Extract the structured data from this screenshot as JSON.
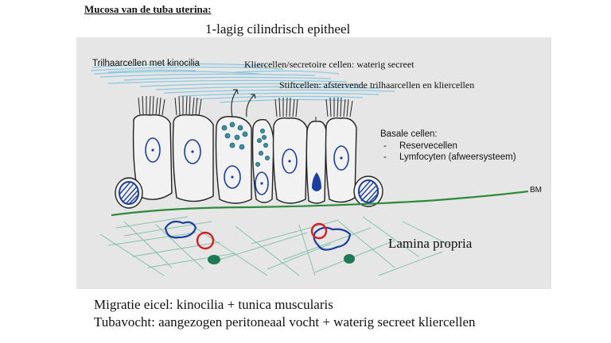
{
  "heading": "Mucosa van de tuba uterina:",
  "title": "1-lagig cilindrisch epitheel",
  "labels": {
    "trilhaarcellen": "Trilhaarcellen met kinocilia",
    "kliercellen": "Kliercellen/secretoire cellen: waterig secreet",
    "stiftcellen": "Stiftcellen: afstervende trilhaarcellen en kliercellen",
    "basale_title": "Basale cellen:",
    "basale_items": [
      "Reservecellen",
      "Lymfocyten (afweersysteem)"
    ],
    "bm": "BM",
    "lamina": "Lamina propria"
  },
  "footer": [
    "Migratie eicel: kinocilia + tunica muscularis",
    "Tubavocht: aangezogen peritoneaal vocht + waterig secreet kliercellen"
  ],
  "colors": {
    "panel": "#e6e6e6",
    "lumen_streaks": "#7fc4e0",
    "nucleus": "#1a3fa0",
    "granules": "#3d8ea6",
    "basement_membrane": "#2d8a3a",
    "connective": "#86c2aa",
    "red_cell": "#d42020",
    "green_cell": "#1d7a52"
  }
}
